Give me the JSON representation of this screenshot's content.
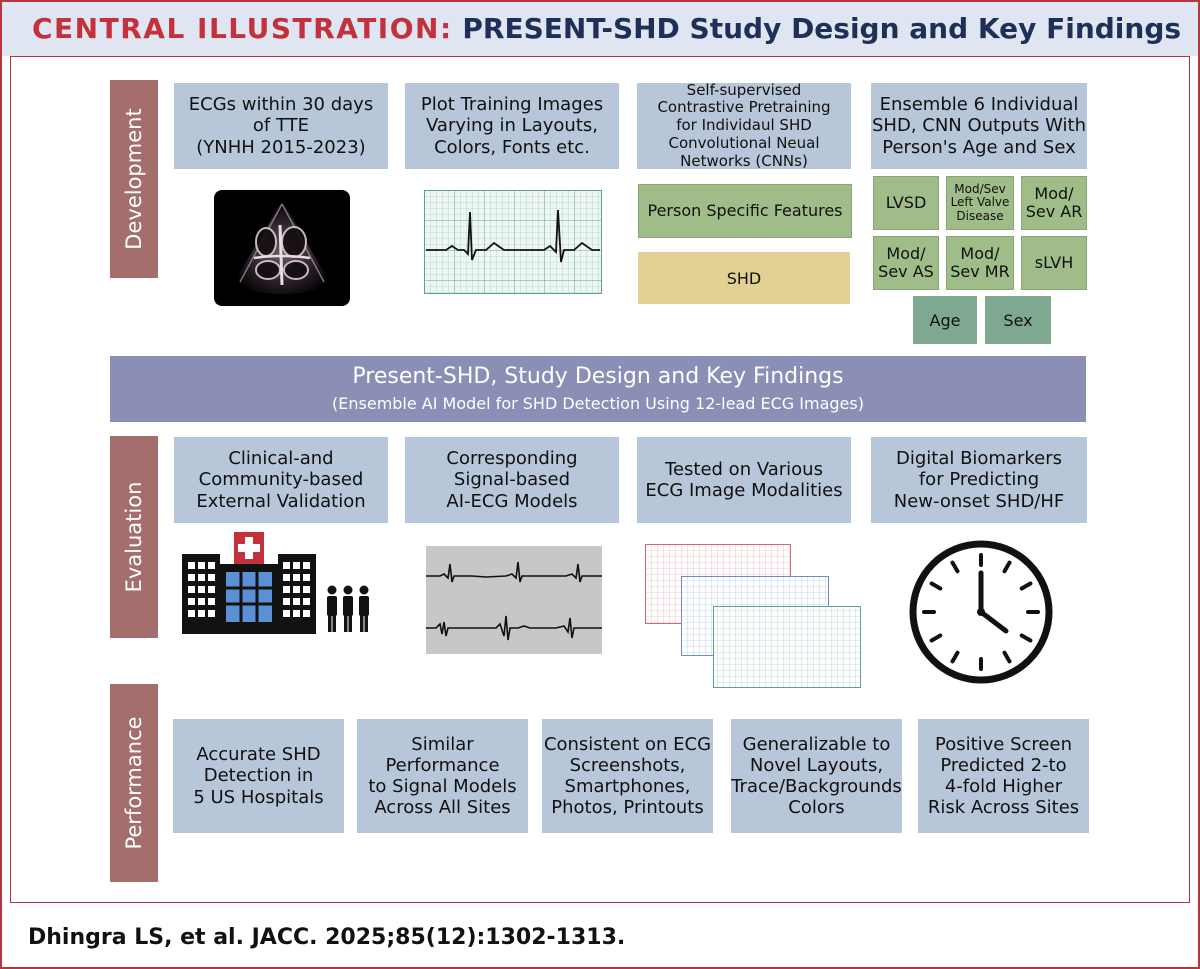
{
  "header": {
    "label": "CENTRAL ILLUSTRATION:",
    "title": "PRESENT-SHD Study Design and Key Findings"
  },
  "development": {
    "side_label": "Development",
    "boxes": [
      "ECGs within 30 days\nof TTE\n(YNHH 2015-2023)",
      "Plot Training Images\nVarying in Layouts,\nColors, Fonts etc.",
      "Self-supervised\nContrastive Pretraining\nfor Individaul SHD\nConvolutional Neual\nNetworks (CNNs)",
      "Ensemble 6 Individual\nSHD, CNN Outputs With\nPerson's Age and Sex"
    ],
    "features_label": "Person Specific Features",
    "shd_label": "SHD",
    "cnn_outputs": [
      "LVSD",
      "Mod/Sev\nLeft Valve\nDisease",
      "Mod/\nSev AR",
      "Mod/\nSev AS",
      "Mod/\nSev MR",
      "sLVH"
    ],
    "demographics": [
      "Age",
      "Sex"
    ]
  },
  "study_band": {
    "title": "Present-SHD, Study Design and Key Findings",
    "subtitle": "(Ensemble AI Model for SHD Detection Using 12-lead ECG Images)"
  },
  "evaluation": {
    "side_label": "Evaluation",
    "boxes": [
      "Clinical-and\nCommunity-based\nExternal Validation",
      "Corresponding\nSignal-based\nAI-ECG Models",
      "Tested on Various\nECG Image Modalities",
      "Digital Biomarkers\nfor Predicting\nNew-onset SHD/HF"
    ]
  },
  "performance": {
    "side_label": "Performance",
    "boxes": [
      "Accurate SHD\nDetection in\n5 US Hospitals",
      "Similar Performance\nto Signal Models\nAcross All Sites",
      "Consistent on ECG\nScreenshots,\nSmartphones,\nPhotos, Printouts",
      "Generalizable to\nNovel Layouts,\nTrace/Backgrounds\nColors",
      "Positive Screen\nPredicted 2-to\n4-fold Higher\nRisk Across Sites"
    ]
  },
  "citation": "Dhingra LS, et al. JACC. 2025;85(12):1302-1313.",
  "colors": {
    "accent_red": "#c2313c",
    "navy": "#1f2f57",
    "box_blue": "#b8c6da",
    "box_green": "#a0bc89",
    "box_tan": "#e2d095",
    "side_bar": "#a36e6c",
    "band": "#8b8eb5"
  },
  "icons": [
    "echocardiogram-image",
    "ecg-grid-image",
    "hospital-icon",
    "people-icon",
    "ecg-signal-image",
    "ecg-stacked-grids-image",
    "clock-icon"
  ]
}
